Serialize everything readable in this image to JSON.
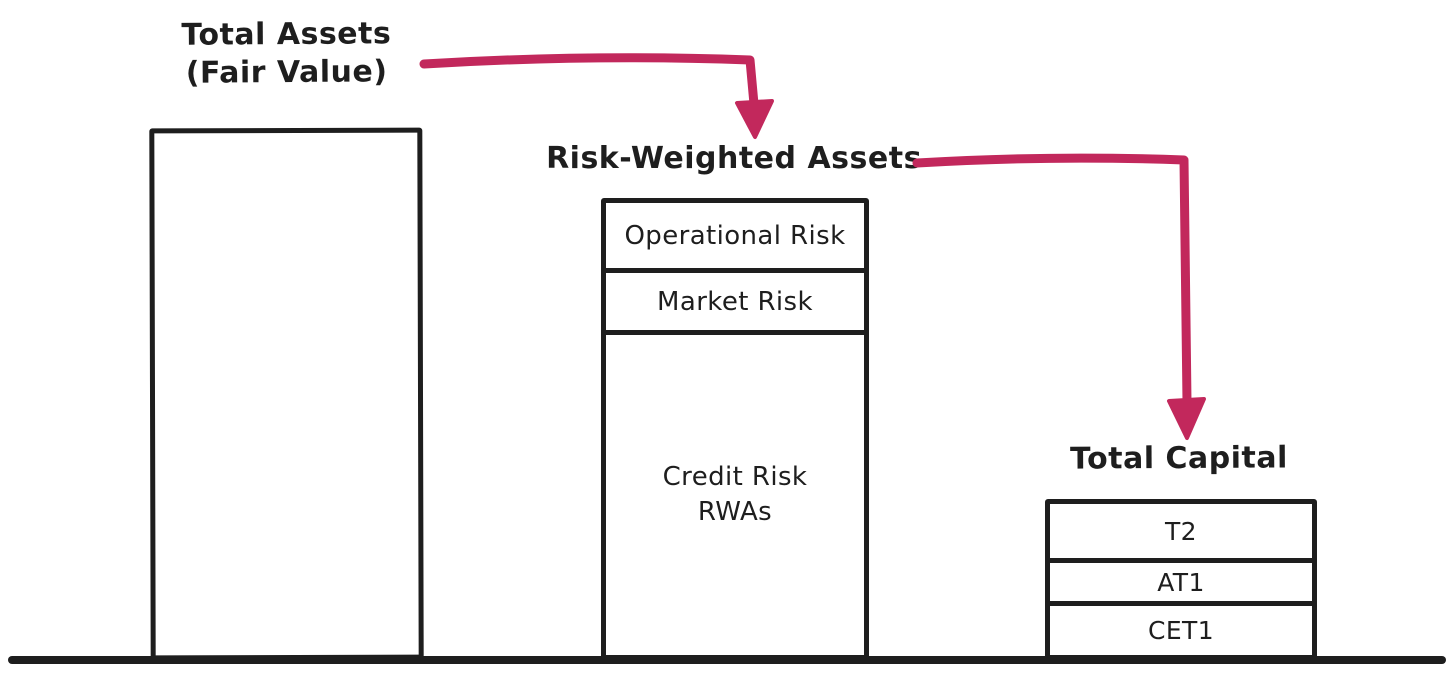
{
  "diagram": {
    "labels": {
      "total_assets_line1": "Total Assets",
      "total_assets_line2": "(Fair Value)",
      "risk_weighted_assets": "Risk-Weighted Assets",
      "total_capital": "Total Capital"
    },
    "total_assets_bar": {
      "segments": []
    },
    "rwa_bar": {
      "segments": [
        {
          "label": "Operational Risk"
        },
        {
          "label": "Market Risk"
        },
        {
          "label": "Credit Risk RWAs"
        }
      ]
    },
    "capital_bar": {
      "segments": [
        {
          "label": "T2"
        },
        {
          "label": "AT1"
        },
        {
          "label": "CET1"
        }
      ]
    },
    "arrows": [
      {
        "name": "total-assets-to-rwa",
        "from": "Total Assets (Fair Value)",
        "to": "Risk-Weighted Assets"
      },
      {
        "name": "rwa-to-total-capital",
        "from": "Risk-Weighted Assets",
        "to": "Total Capital"
      }
    ],
    "colors": {
      "ink": "#1e1e1e",
      "arrow": "#c2285c",
      "background": "#ffffff"
    }
  }
}
